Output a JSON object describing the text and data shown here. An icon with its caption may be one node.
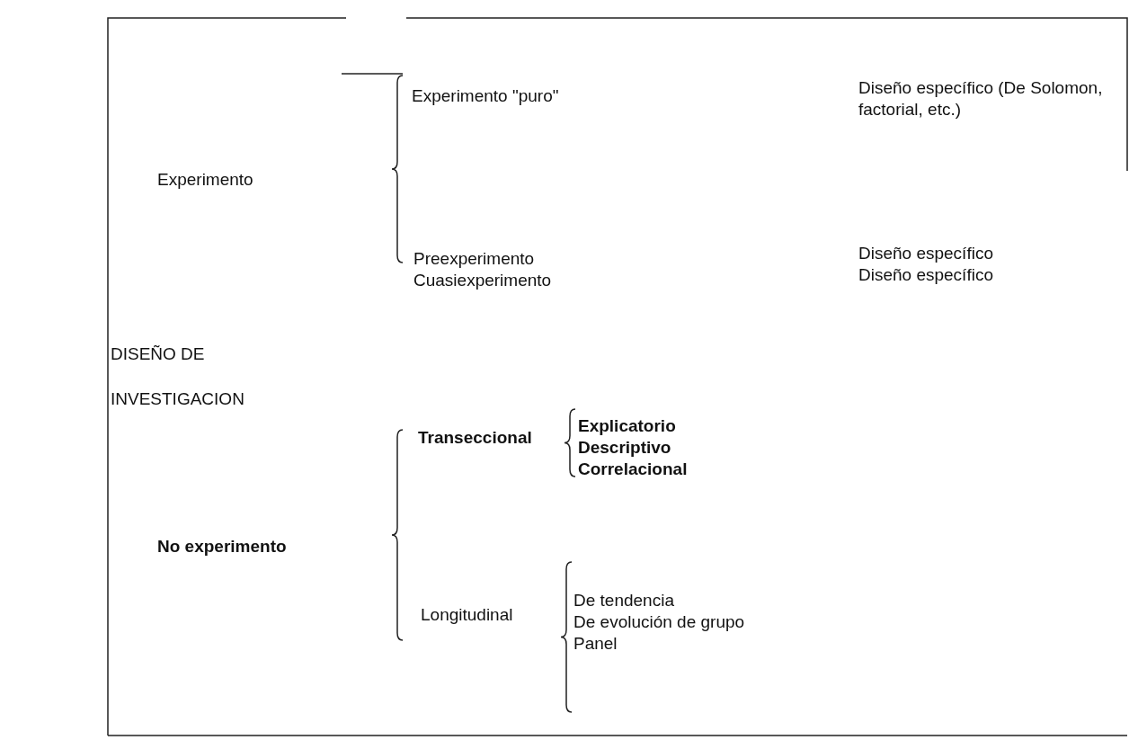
{
  "diagram": {
    "labels": [
      "Experimento \"puro\"",
      "Diseño específico (De Solomon, factorial, etc.)",
      "Experimento",
      "Preexperimento",
      "Diseño específico",
      "Cuasiexperimento",
      "Diseño específico",
      "DISEÑO DE",
      "INVESTIGACION",
      "Explicatorio",
      "Transeccional",
      "Descriptivo",
      "Correlacional",
      "No experimento",
      "De tendencia",
      "Longitudinal",
      "De evolución de grupo",
      "Panel"
    ]
  }
}
